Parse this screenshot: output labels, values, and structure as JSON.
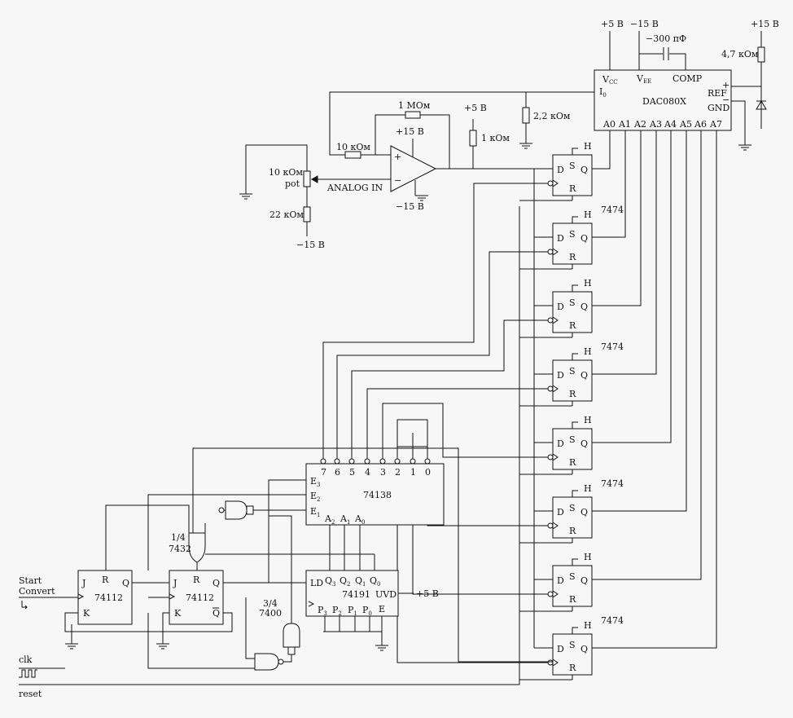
{
  "dac": {
    "name": "DAC080X",
    "vcc": "V",
    "vcc_sub": "CC",
    "vee": "V",
    "vee_sub": "EE",
    "comp": "COMP",
    "io": "I",
    "io_sub": "0",
    "ref": "REF",
    "ref_plus": "+",
    "ref_minus": "−",
    "gnd": "GND",
    "pins": [
      "A0",
      "A1",
      "A2",
      "A3",
      "A4",
      "A5",
      "A6",
      "A7"
    ]
  },
  "supplies": {
    "p5": "+5 В",
    "m15": "−15 В",
    "p15": "+15 В"
  },
  "parts": {
    "c300": "−300 пФ",
    "r47k": "4,7 кОм",
    "r1m": "1 МОм",
    "r22k_gnd": "2,2 кОм",
    "r1k": "1 кОм",
    "r10k": "10 кОм",
    "pot_val": "10 кОм",
    "pot_lbl": "pot",
    "r22k": "22 кОм",
    "analog_in": "ANALOG IN"
  },
  "opamp": {
    "plus": "+",
    "minus": "−",
    "vp": "+15 В",
    "vm": "−15 В"
  },
  "ff": {
    "d": "D",
    "s": "S",
    "q": "Q",
    "r": "R",
    "h": "H",
    "chip": "7474"
  },
  "dec": {
    "name": "74138",
    "outs": [
      "7",
      "6",
      "5",
      "4",
      "3",
      "2",
      "1",
      "0"
    ],
    "e": "E",
    "e3": "3",
    "e2": "2",
    "e1": "1",
    "a": "A",
    "a2": "2",
    "a1": "1",
    "a0": "0"
  },
  "cnt": {
    "name": "74191",
    "ld": "LD",
    "uvd": "UVD",
    "uvd_v": "+5 В",
    "e": "E",
    "q": "Q",
    "p": "P",
    "sub": [
      "3",
      "2",
      "1",
      "0"
    ]
  },
  "jk": {
    "chip": "74112",
    "j": "J",
    "k": "K",
    "r": "R",
    "q": "Q",
    "qbar": "Q"
  },
  "or_gate": {
    "frac": "1/4",
    "chip": "7432"
  },
  "nand_gate": {
    "frac": "3/4",
    "chip": "7400"
  },
  "signals": {
    "start1": "Start",
    "start2": "Convert",
    "clk": "clk",
    "reset": "reset"
  }
}
